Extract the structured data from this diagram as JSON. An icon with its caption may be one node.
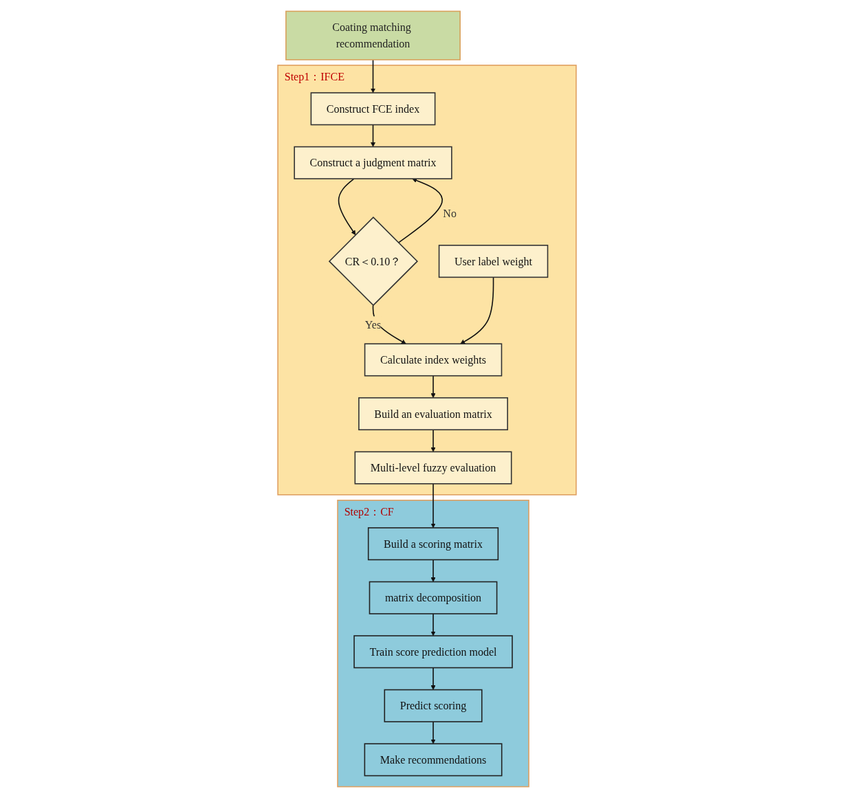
{
  "diagram": {
    "nodes": [
      {
        "text": [
          "Coating matching recommendation"
        ]
      },
      {
        "text": [
          "Step1：IFCE"
        ]
      },
      {
        "text": [
          "Construct FCE index"
        ],
        "in": 1
      },
      {
        "text": [
          "Construct a judgment matrix"
        ],
        "in": 1
      },
      {
        "text": [
          "CR＜0.10？"
        ],
        "in": 1
      },
      {
        "text": [
          "Calculate index weights"
        ],
        "in": 1
      },
      {
        "text": [
          "User label weight"
        ],
        "in": 1
      },
      {
        "text": [
          "Build an evaluation matrix"
        ],
        "in": 1
      },
      {
        "text": [
          "Multi-level fuzzy evaluation"
        ],
        "in": 1
      },
      {
        "text": [
          "Step2：CF"
        ]
      },
      {
        "text": [
          "Build a scoring matrix"
        ],
        "in": 9
      },
      {
        "text": [
          "matrix decomposition"
        ],
        "in": 9
      },
      {
        "text": [
          "Train score prediction model"
        ],
        "in": 9
      },
      {
        "text": [
          "Predict scoring"
        ],
        "in": 9
      },
      {
        "text": [
          "Make recommendations"
        ],
        "in": 9
      }
    ],
    "edges": [
      {
        "from": 0,
        "to": 2,
        "arrow": "to"
      },
      {
        "from": 2,
        "to": 3,
        "arrow": "to"
      },
      {
        "from": 3,
        "to": 4,
        "arrow": "to"
      },
      {
        "from": 4,
        "to": 3,
        "arrow": "to",
        "label": "No"
      },
      {
        "from": 4,
        "to": 5,
        "arrow": "to",
        "label": "Yes"
      },
      {
        "from": 6,
        "to": 5,
        "arrow": "to"
      },
      {
        "from": 5,
        "to": 7,
        "arrow": "to"
      },
      {
        "from": 7,
        "to": 8,
        "arrow": "to"
      },
      {
        "from": 8,
        "to": 10,
        "arrow": "to"
      },
      {
        "from": 10,
        "to": 11,
        "arrow": "to"
      },
      {
        "from": 11,
        "to": 12,
        "arrow": "to"
      },
      {
        "from": 12,
        "to": 13,
        "arrow": "to"
      },
      {
        "from": 13,
        "to": 14,
        "arrow": "to"
      }
    ]
  }
}
